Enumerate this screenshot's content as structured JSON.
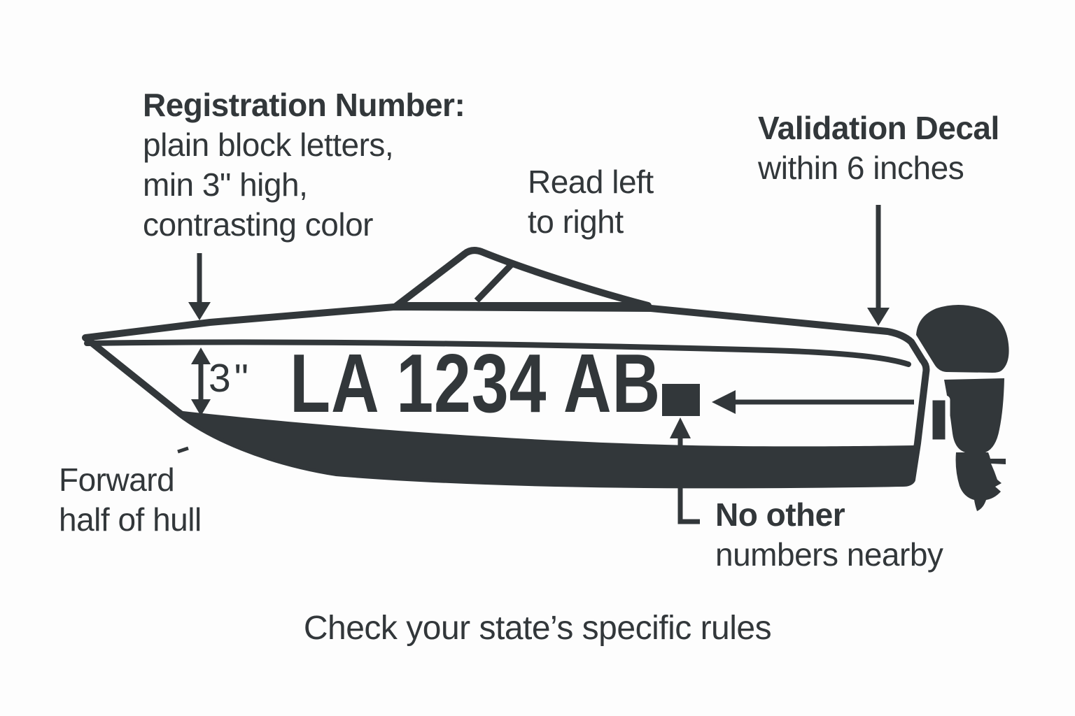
{
  "diagram": {
    "subject": "boat-registration-number-placement",
    "hull_registration": "LA 1234 AB",
    "measurement_3in": "3\"",
    "caption": "Check your state’s specific rules"
  },
  "labels": {
    "registration": {
      "heading": "Registration Number:",
      "line1": "plain block letters,",
      "line2": "min 3\" high,",
      "line3": "contrasting color"
    },
    "read_direction": {
      "line1": "Read left",
      "line2": "to right"
    },
    "validation_decal": {
      "heading": "Validation Decal",
      "line1": "within 6 inches"
    },
    "forward_half": {
      "line1": "Forward",
      "line2": "half of hull"
    },
    "no_other": {
      "heading": "No other",
      "line1": "numbers nearby"
    }
  },
  "colors": {
    "ink": "#32373a",
    "background": "#fdfdfd"
  }
}
